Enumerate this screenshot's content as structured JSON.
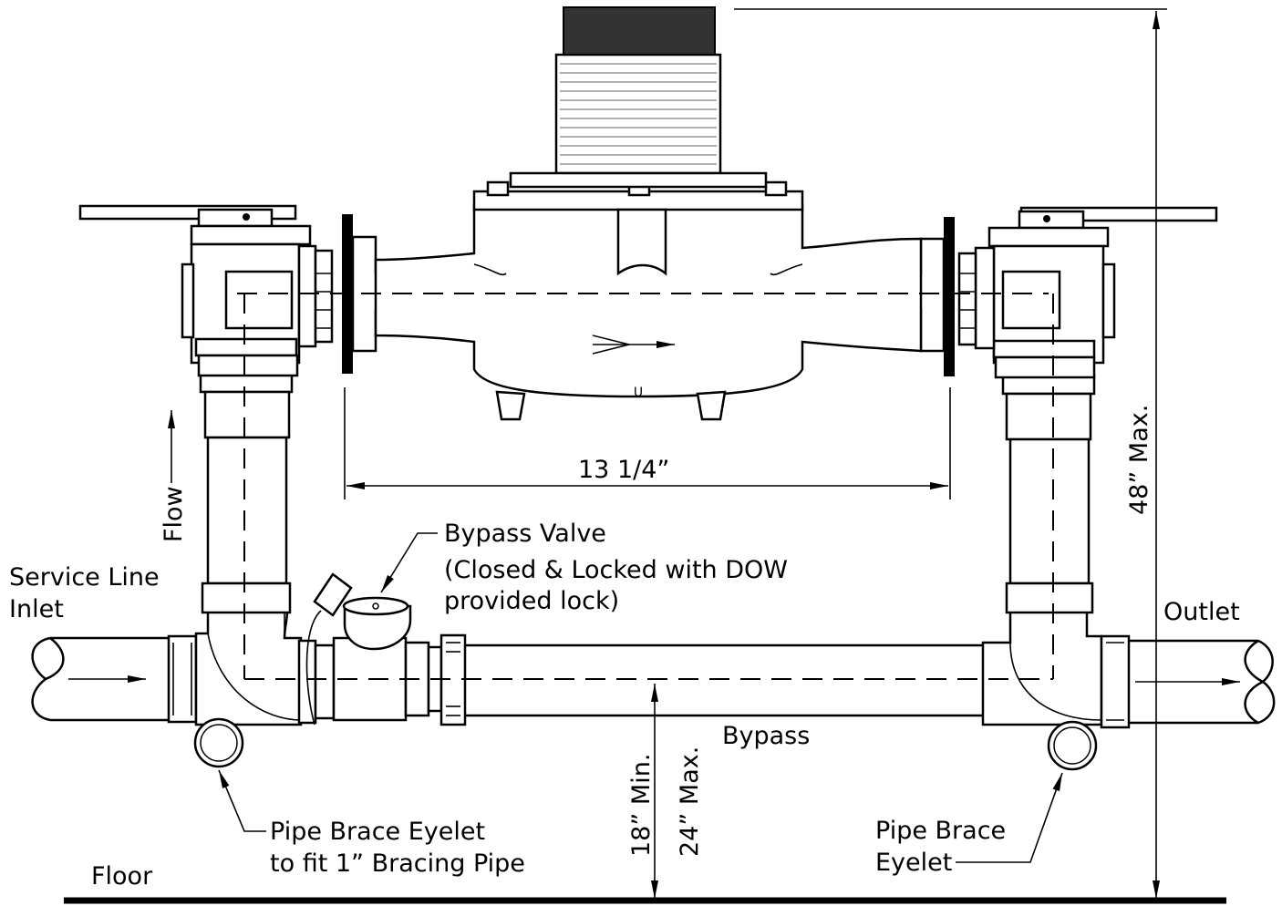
{
  "labels": {
    "dimension_length": "13 1/4”",
    "dimension_height_max": "48” Max.",
    "dimension_min": "18” Min.",
    "dimension_max": "24” Max.",
    "flow": "Flow",
    "service_line_line1": "Service Line",
    "service_line_line2": "Inlet",
    "outlet": "Outlet",
    "bypass_valve_line1": "Bypass Valve",
    "bypass_valve_line2": "(Closed & Locked with DOW",
    "bypass_valve_line3": "provided lock)",
    "bypass": "Bypass",
    "brace_left_line1": "Pipe Brace Eyelet",
    "brace_left_line2": "to fit 1” Bracing Pipe",
    "brace_right_line1": "Pipe Brace",
    "brace_right_line2": "Eyelet",
    "floor": "Floor"
  },
  "colors": {
    "ink": "#000000",
    "paper": "#ffffff"
  }
}
